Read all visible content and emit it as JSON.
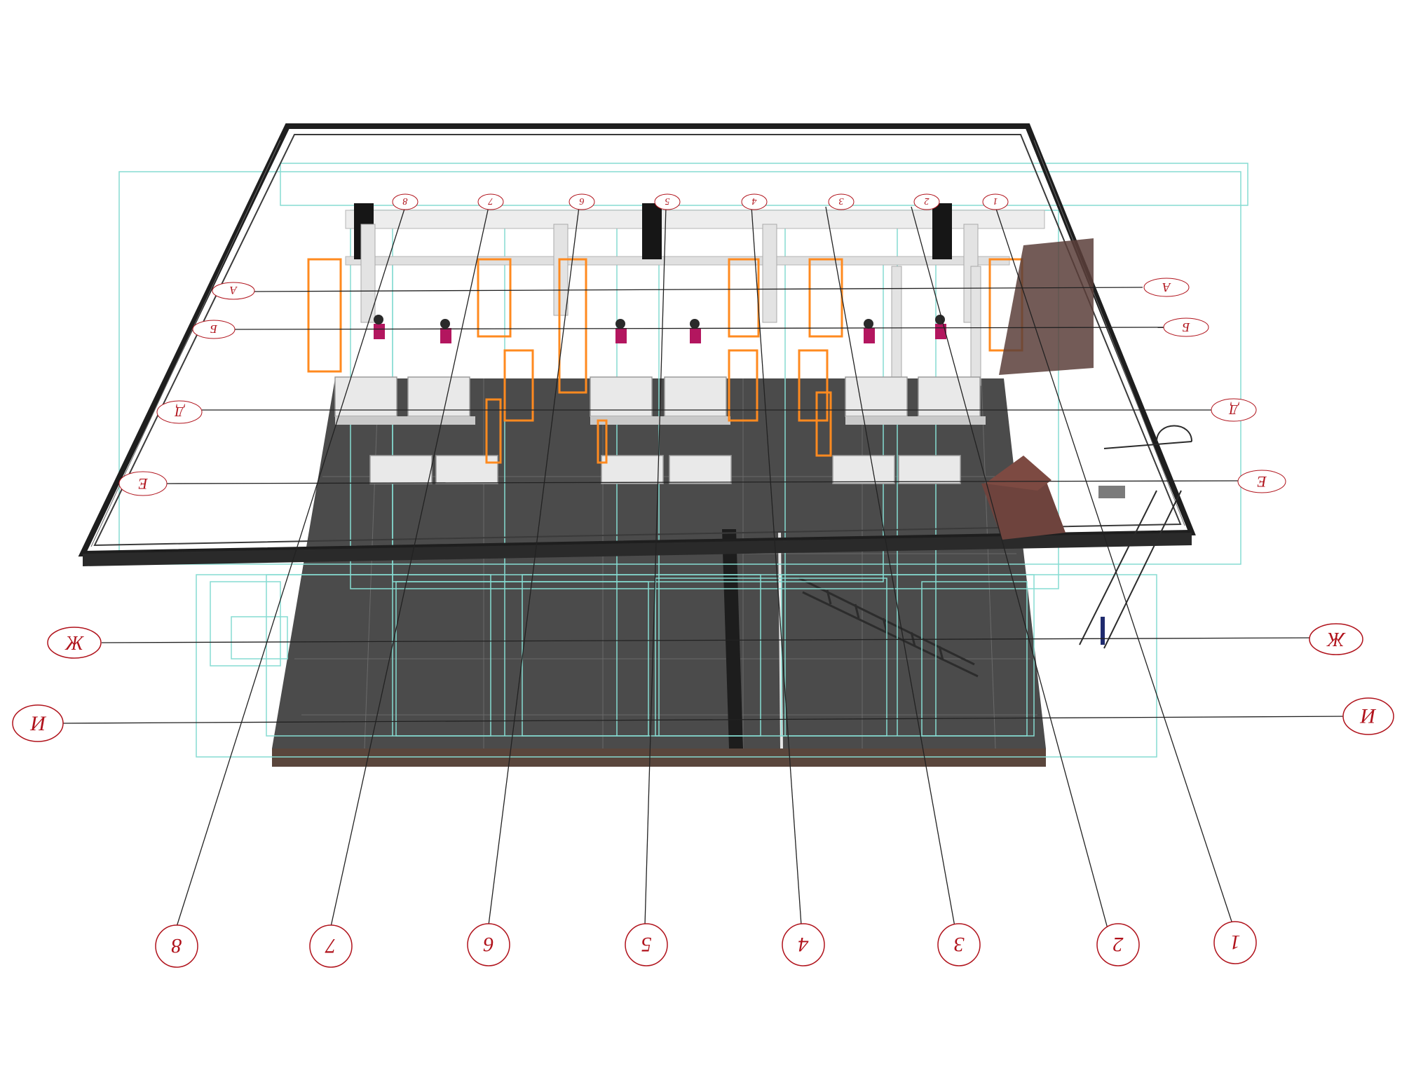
{
  "axes": {
    "columns": [
      "1",
      "2",
      "3",
      "4",
      "5",
      "6",
      "7",
      "8"
    ],
    "rows": [
      "А",
      "Б",
      "Д",
      "Е",
      "Ж",
      "И"
    ]
  },
  "colors": {
    "label_text": "#b0121b",
    "label_border": "#b0121b",
    "slab": "#4a4a4a",
    "guide_lines": "#7fd6cc",
    "doors": "#ff8a1f",
    "rail": "#1e1e1e",
    "occupant": "#b3165f",
    "stair": "#6b3f3a"
  }
}
